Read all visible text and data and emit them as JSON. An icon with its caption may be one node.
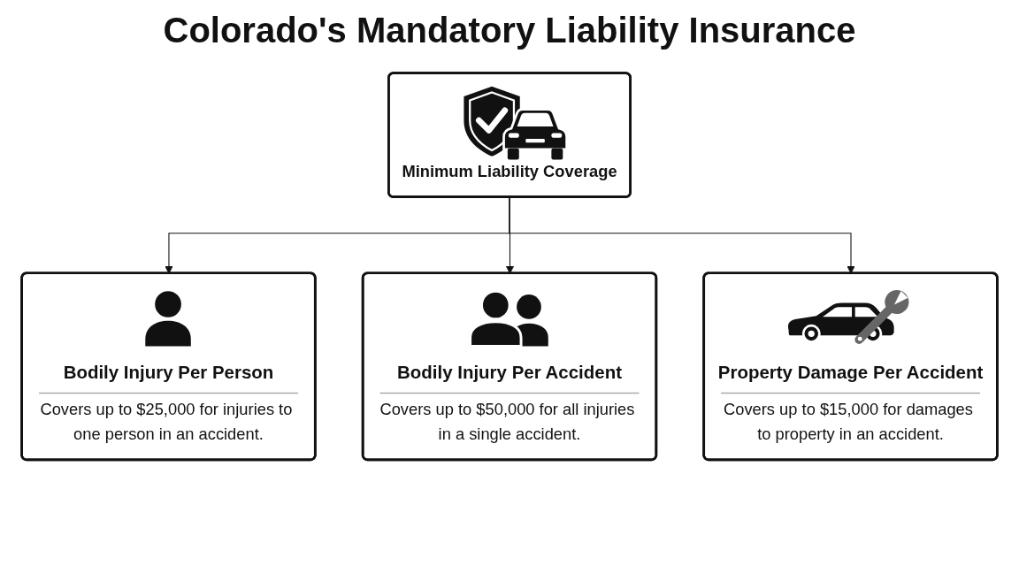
{
  "diagram": {
    "title": "Colorado's Mandatory Liability Insurance",
    "nodes": [
      {
        "text": [
          "Minimum Liability Coverage"
        ]
      },
      {
        "text": [
          "Bodily Injury Per Person",
          "Covers up to $25,000 for injuries to one person in an accident."
        ]
      },
      {
        "text": [
          "Bodily Injury Per Accident",
          "Covers up to $50,000 for all injuries in a single accident."
        ]
      },
      {
        "text": [
          "Property Damage Per Accident",
          "Covers up to $15,000 for damages to property in an accident."
        ]
      }
    ],
    "edges": [
      {
        "from": 0,
        "to": 1,
        "arrow": "to"
      },
      {
        "from": 0,
        "to": 2,
        "arrow": "to"
      },
      {
        "from": 0,
        "to": 3,
        "arrow": "to"
      }
    ]
  }
}
